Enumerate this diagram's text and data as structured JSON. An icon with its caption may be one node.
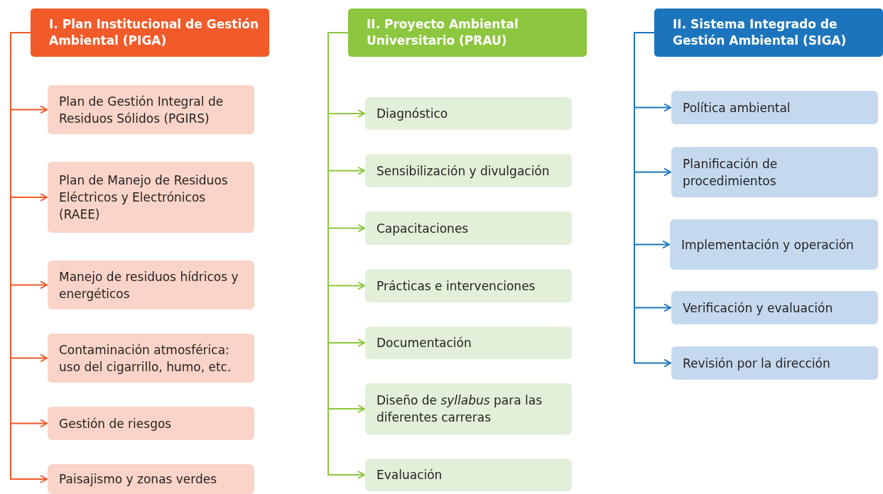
{
  "diagram": {
    "nodes": [
      {
        "text": [
          "I.  Plan Institucional de Gestión Ambiental (PIGA)"
        ]
      },
      {
        "text": [
          "Plan de Gestión Integral de Residuos Sólidos (PGIRS)"
        ]
      },
      {
        "text": [
          "Plan de Manejo de Residuos Eléctricos y Electrónicos  (RAEE)"
        ]
      },
      {
        "text": [
          "Manejo de residuos hídricos y energéticos"
        ]
      },
      {
        "text": [
          "Contaminación atmosférica: uso del cigarrillo, humo, etc."
        ]
      },
      {
        "text": [
          "Gestión de riesgos"
        ]
      },
      {
        "text": [
          "Paisajismo y zonas verdes"
        ]
      },
      {
        "text": [
          "II.  Proyecto Ambiental Universitario (PRAU)"
        ]
      },
      {
        "text": [
          "Diagnóstico"
        ]
      },
      {
        "text": [
          "Sensibilización y divulgación"
        ]
      },
      {
        "text": [
          "Capacitaciones"
        ]
      },
      {
        "text": [
          "Prácticas e intervenciones"
        ]
      },
      {
        "text": [
          "Documentación"
        ]
      },
      {
        "text": [
          "Diseño de *syllabus* para las diferentes carreras"
        ]
      },
      {
        "text": [
          "Evaluación"
        ]
      },
      {
        "text": [
          "II.  Sistema Integrado de Gestión Ambiental (SIGA)"
        ]
      },
      {
        "text": [
          "Política ambiental"
        ]
      },
      {
        "text": [
          "Planificación de procedimientos"
        ]
      },
      {
        "text": [
          "Implementación y operación"
        ]
      },
      {
        "text": [
          "Verificación y evaluación"
        ]
      },
      {
        "text": [
          "Revisión por la dirección"
        ]
      }
    ],
    "edges": [
      {
        "from": 0,
        "to": 1,
        "arrow": "to",
        "color": "#f15a29"
      },
      {
        "from": 0,
        "to": 2,
        "arrow": "to",
        "color": "#f15a29"
      },
      {
        "from": 0,
        "to": 3,
        "arrow": "to",
        "color": "#f15a29"
      },
      {
        "from": 0,
        "to": 4,
        "arrow": "to",
        "color": "#f15a29"
      },
      {
        "from": 0,
        "to": 5,
        "arrow": "to",
        "color": "#f15a29"
      },
      {
        "from": 0,
        "to": 6,
        "arrow": "to",
        "color": "#f15a29"
      },
      {
        "from": 7,
        "to": 8,
        "arrow": "to"
      },
      {
        "from": 7,
        "to": 9,
        "arrow": "to"
      },
      {
        "from": 7,
        "to": 10,
        "arrow": "to"
      },
      {
        "from": 7,
        "to": 11,
        "arrow": "to"
      },
      {
        "from": 7,
        "to": 12,
        "arrow": "to"
      },
      {
        "from": 7,
        "to": 13,
        "arrow": "to"
      },
      {
        "from": 7,
        "to": 14,
        "arrow": "to"
      },
      {
        "from": 15,
        "to": 16,
        "arrow": "to",
        "color": "#1c75bc"
      },
      {
        "from": 15,
        "to": 17,
        "arrow": "to",
        "color": "#1c75bc"
      },
      {
        "from": 15,
        "to": 18,
        "arrow": "to",
        "color": "#1c75bc"
      },
      {
        "from": 15,
        "to": 19,
        "arrow": "to",
        "color": "#1c75bc"
      },
      {
        "from": 15,
        "to": 20,
        "arrow": "to",
        "color": "#1c75bc"
      }
    ]
  }
}
